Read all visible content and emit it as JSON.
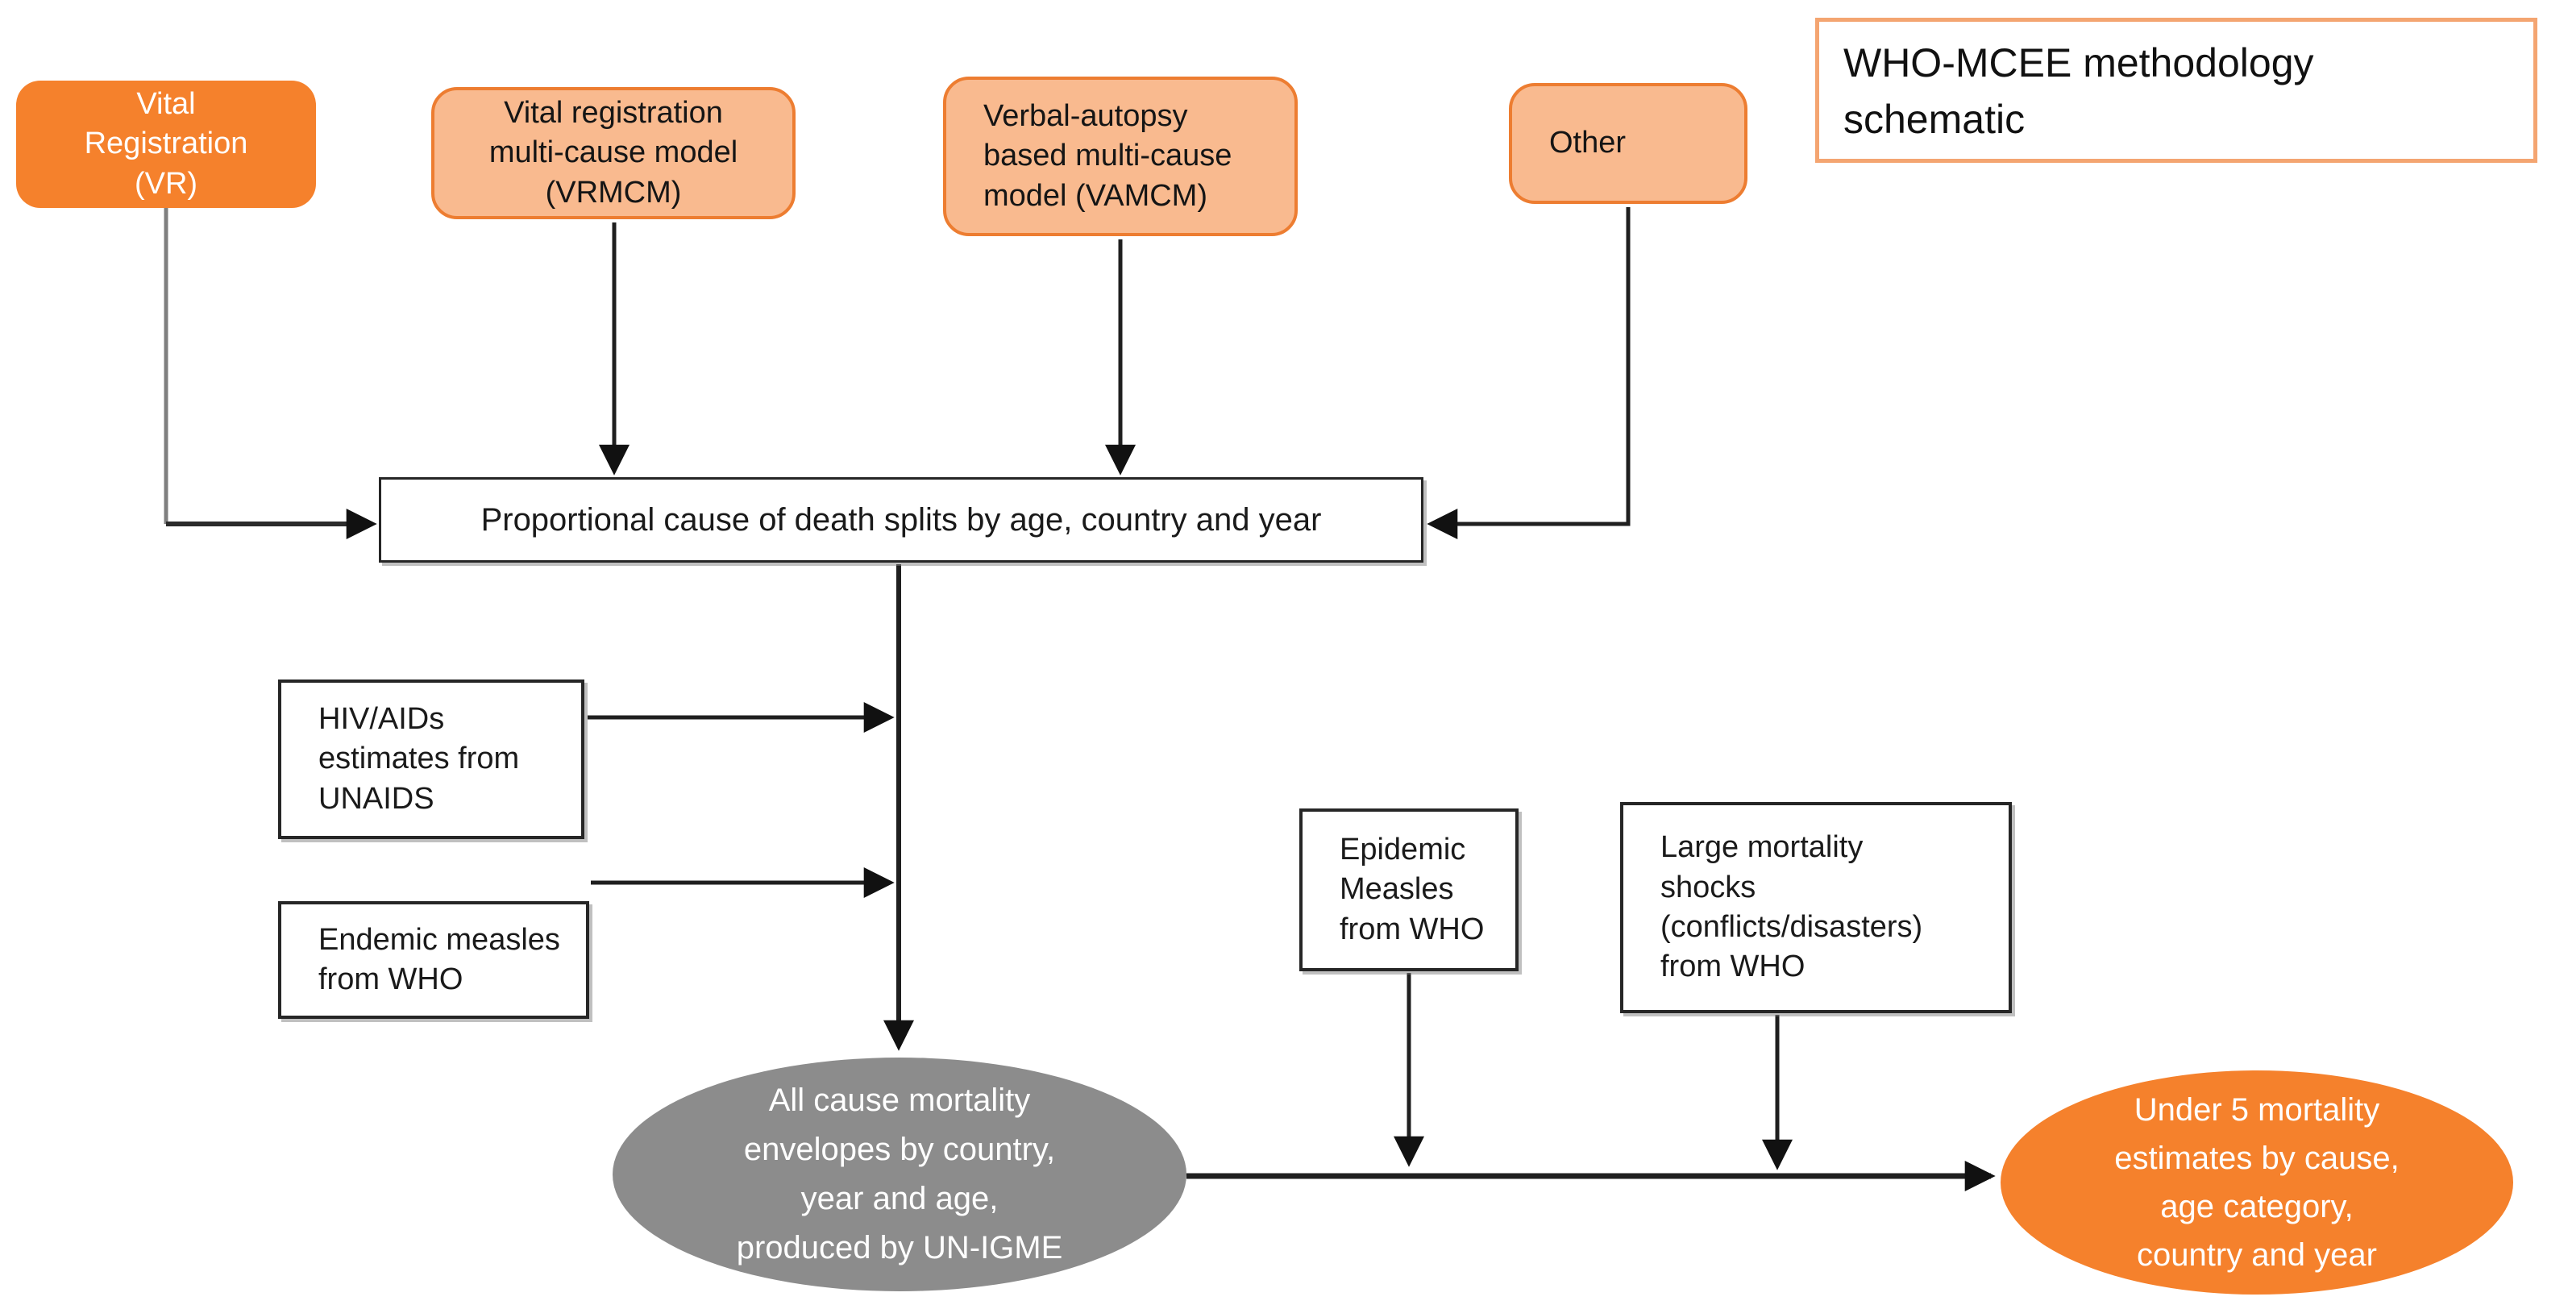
{
  "diagram": {
    "title": "WHO-MCEE methodology\nschematic",
    "nodes": {
      "vr": {
        "label": "Vital\nRegistration\n(VR)"
      },
      "vrmcm": {
        "label": "Vital registration\nmulti-cause model\n(VRMCM)"
      },
      "vamcm": {
        "label": "Verbal-autopsy\nbased multi-cause\nmodel (VAMCM)"
      },
      "other": {
        "label": "Other"
      },
      "splits": {
        "label": "Proportional cause of death splits by age, country and year"
      },
      "hiv": {
        "label": "HIV/AIDs\nestimates from\nUNAIDS"
      },
      "endemic": {
        "label": "Endemic measles\nfrom WHO"
      },
      "epidemic": {
        "label": "Epidemic\nMeasles\nfrom WHO"
      },
      "shocks": {
        "label": "Large mortality\nshocks\n(conflicts/disasters)\nfrom WHO"
      },
      "envelopes": {
        "label": "All cause mortality\nenvelopes by country,\nyear and age,\nproduced by UN-IGME"
      },
      "under5": {
        "label": "Under 5 mortality\nestimates by cause,\nage category,\ncountry and year"
      }
    },
    "colors": {
      "accent_orange": "#F5812C",
      "light_orange_fill": "#F9BA8F",
      "orange_border": "#ED7D31",
      "title_border": "#F4A571",
      "gray_ellipse": "#8C8C8C",
      "connector_dark": "#1F1F1F",
      "connector_gray": "#7F7F7F"
    }
  }
}
